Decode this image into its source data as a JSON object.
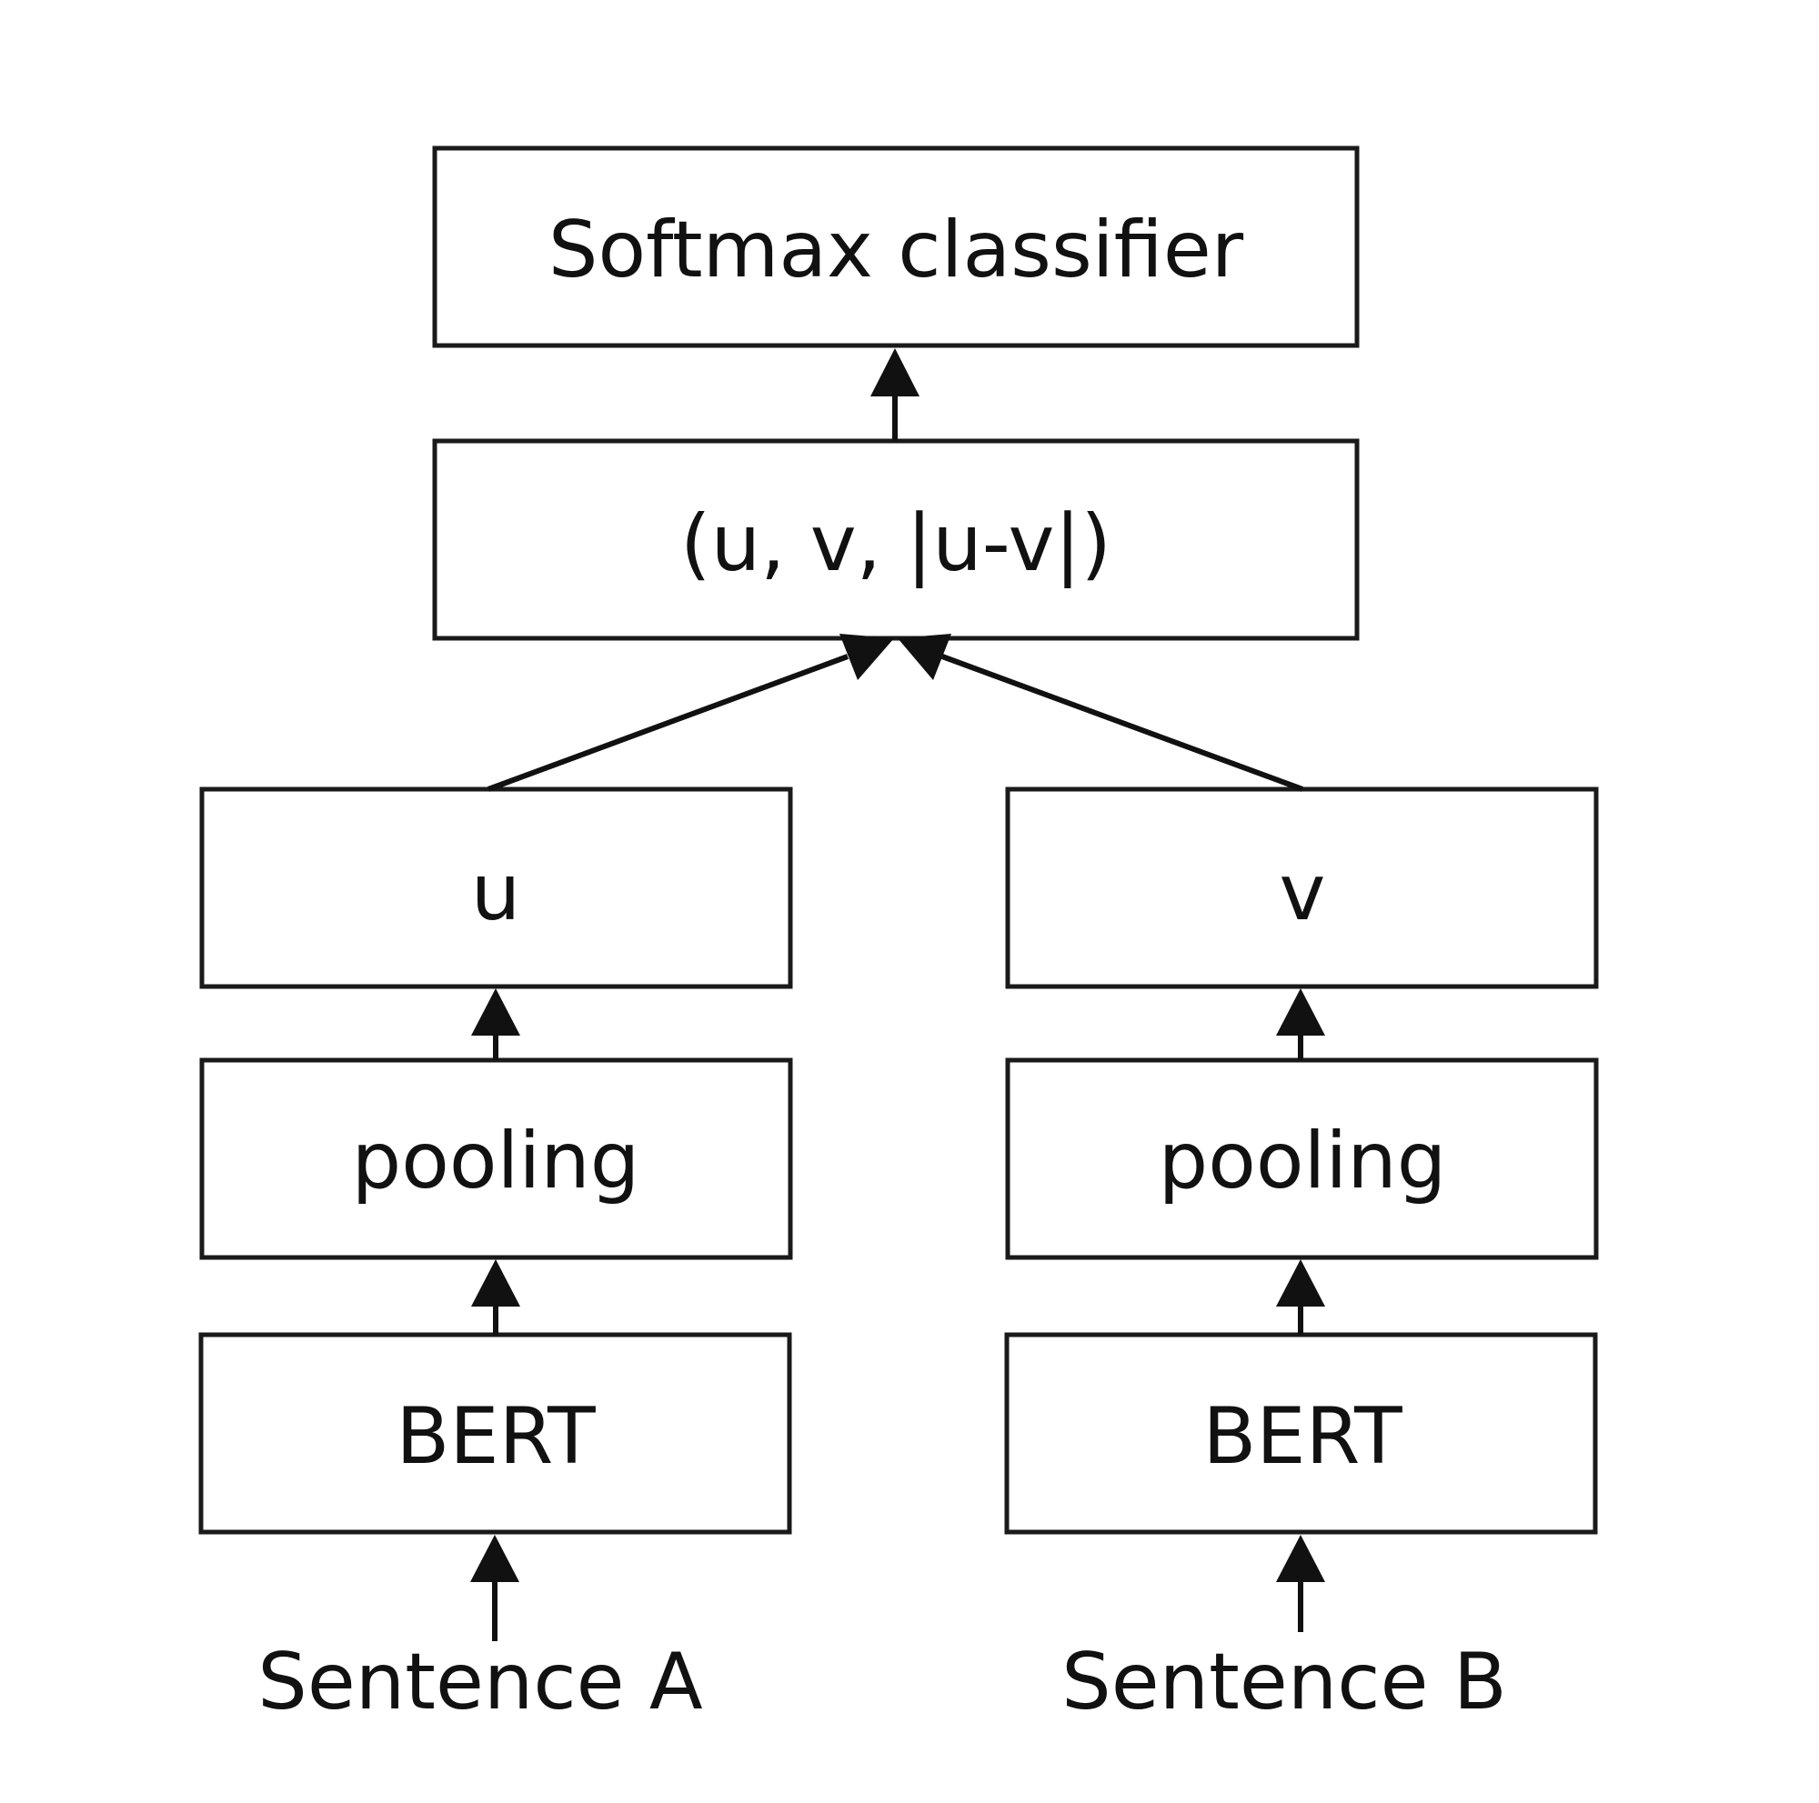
{
  "nodes": {
    "softmax": {
      "label": "Softmax classifier"
    },
    "concat": {
      "label": "(u, v, |u-v|)"
    },
    "u": {
      "label": "u"
    },
    "v": {
      "label": "v"
    },
    "pooling_a": {
      "label": "pooling"
    },
    "pooling_b": {
      "label": "pooling"
    },
    "bert_a": {
      "label": "BERT"
    },
    "bert_b": {
      "label": "BERT"
    }
  },
  "inputs": {
    "sentence_a": {
      "label": "Sentence A"
    },
    "sentence_b": {
      "label": "Sentence B"
    }
  },
  "edges": [
    {
      "from": "Sentence A",
      "to": "BERT"
    },
    {
      "from": "Sentence B",
      "to": "BERT"
    },
    {
      "from": "BERT",
      "to": "pooling"
    },
    {
      "from": "pooling",
      "to": "u"
    },
    {
      "from": "pooling",
      "to": "v"
    },
    {
      "from": "u",
      "to": "(u, v, |u-v|)"
    },
    {
      "from": "v",
      "to": "(u, v, |u-v|)"
    },
    {
      "from": "(u, v, |u-v|)",
      "to": "Softmax classifier"
    }
  ],
  "colors": {
    "stroke": "#1a1a1a",
    "text": "#111111",
    "background": "#ffffff"
  }
}
